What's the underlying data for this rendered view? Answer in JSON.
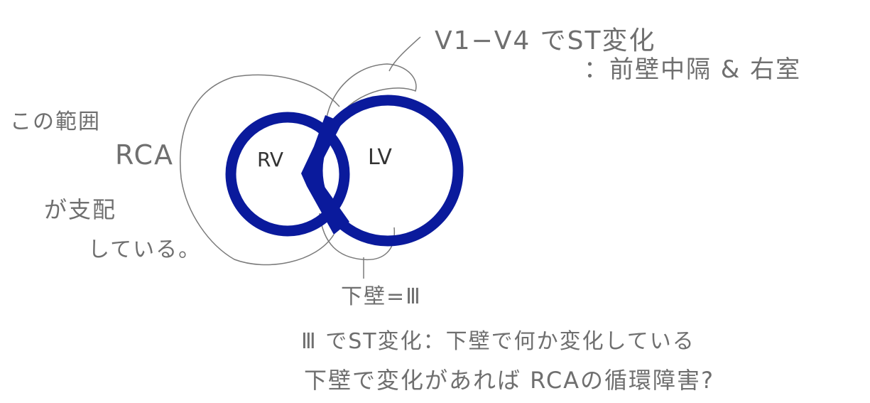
{
  "labels": {
    "rv": "RV",
    "lv": "LV",
    "note_v1_v4_line1": "V1−V4 でST変化",
    "note_v1_v4_line2": "：前壁中隔 & 右室",
    "note_rca_line1": "この範囲",
    "note_rca_line2": "RCA",
    "note_rca_line3": "が支配",
    "note_rca_line4": "している。",
    "note_inferior": "下壁=Ⅲ",
    "note_bottom_line1": "Ⅲ でST変化：下壁で何か変化している",
    "note_bottom_line2": "下壁で変化があれば RCAの循環障害?"
  },
  "colors": {
    "ring": "#0a1a9c",
    "pencil": "#7a7a7a",
    "background": "#ffffff"
  }
}
